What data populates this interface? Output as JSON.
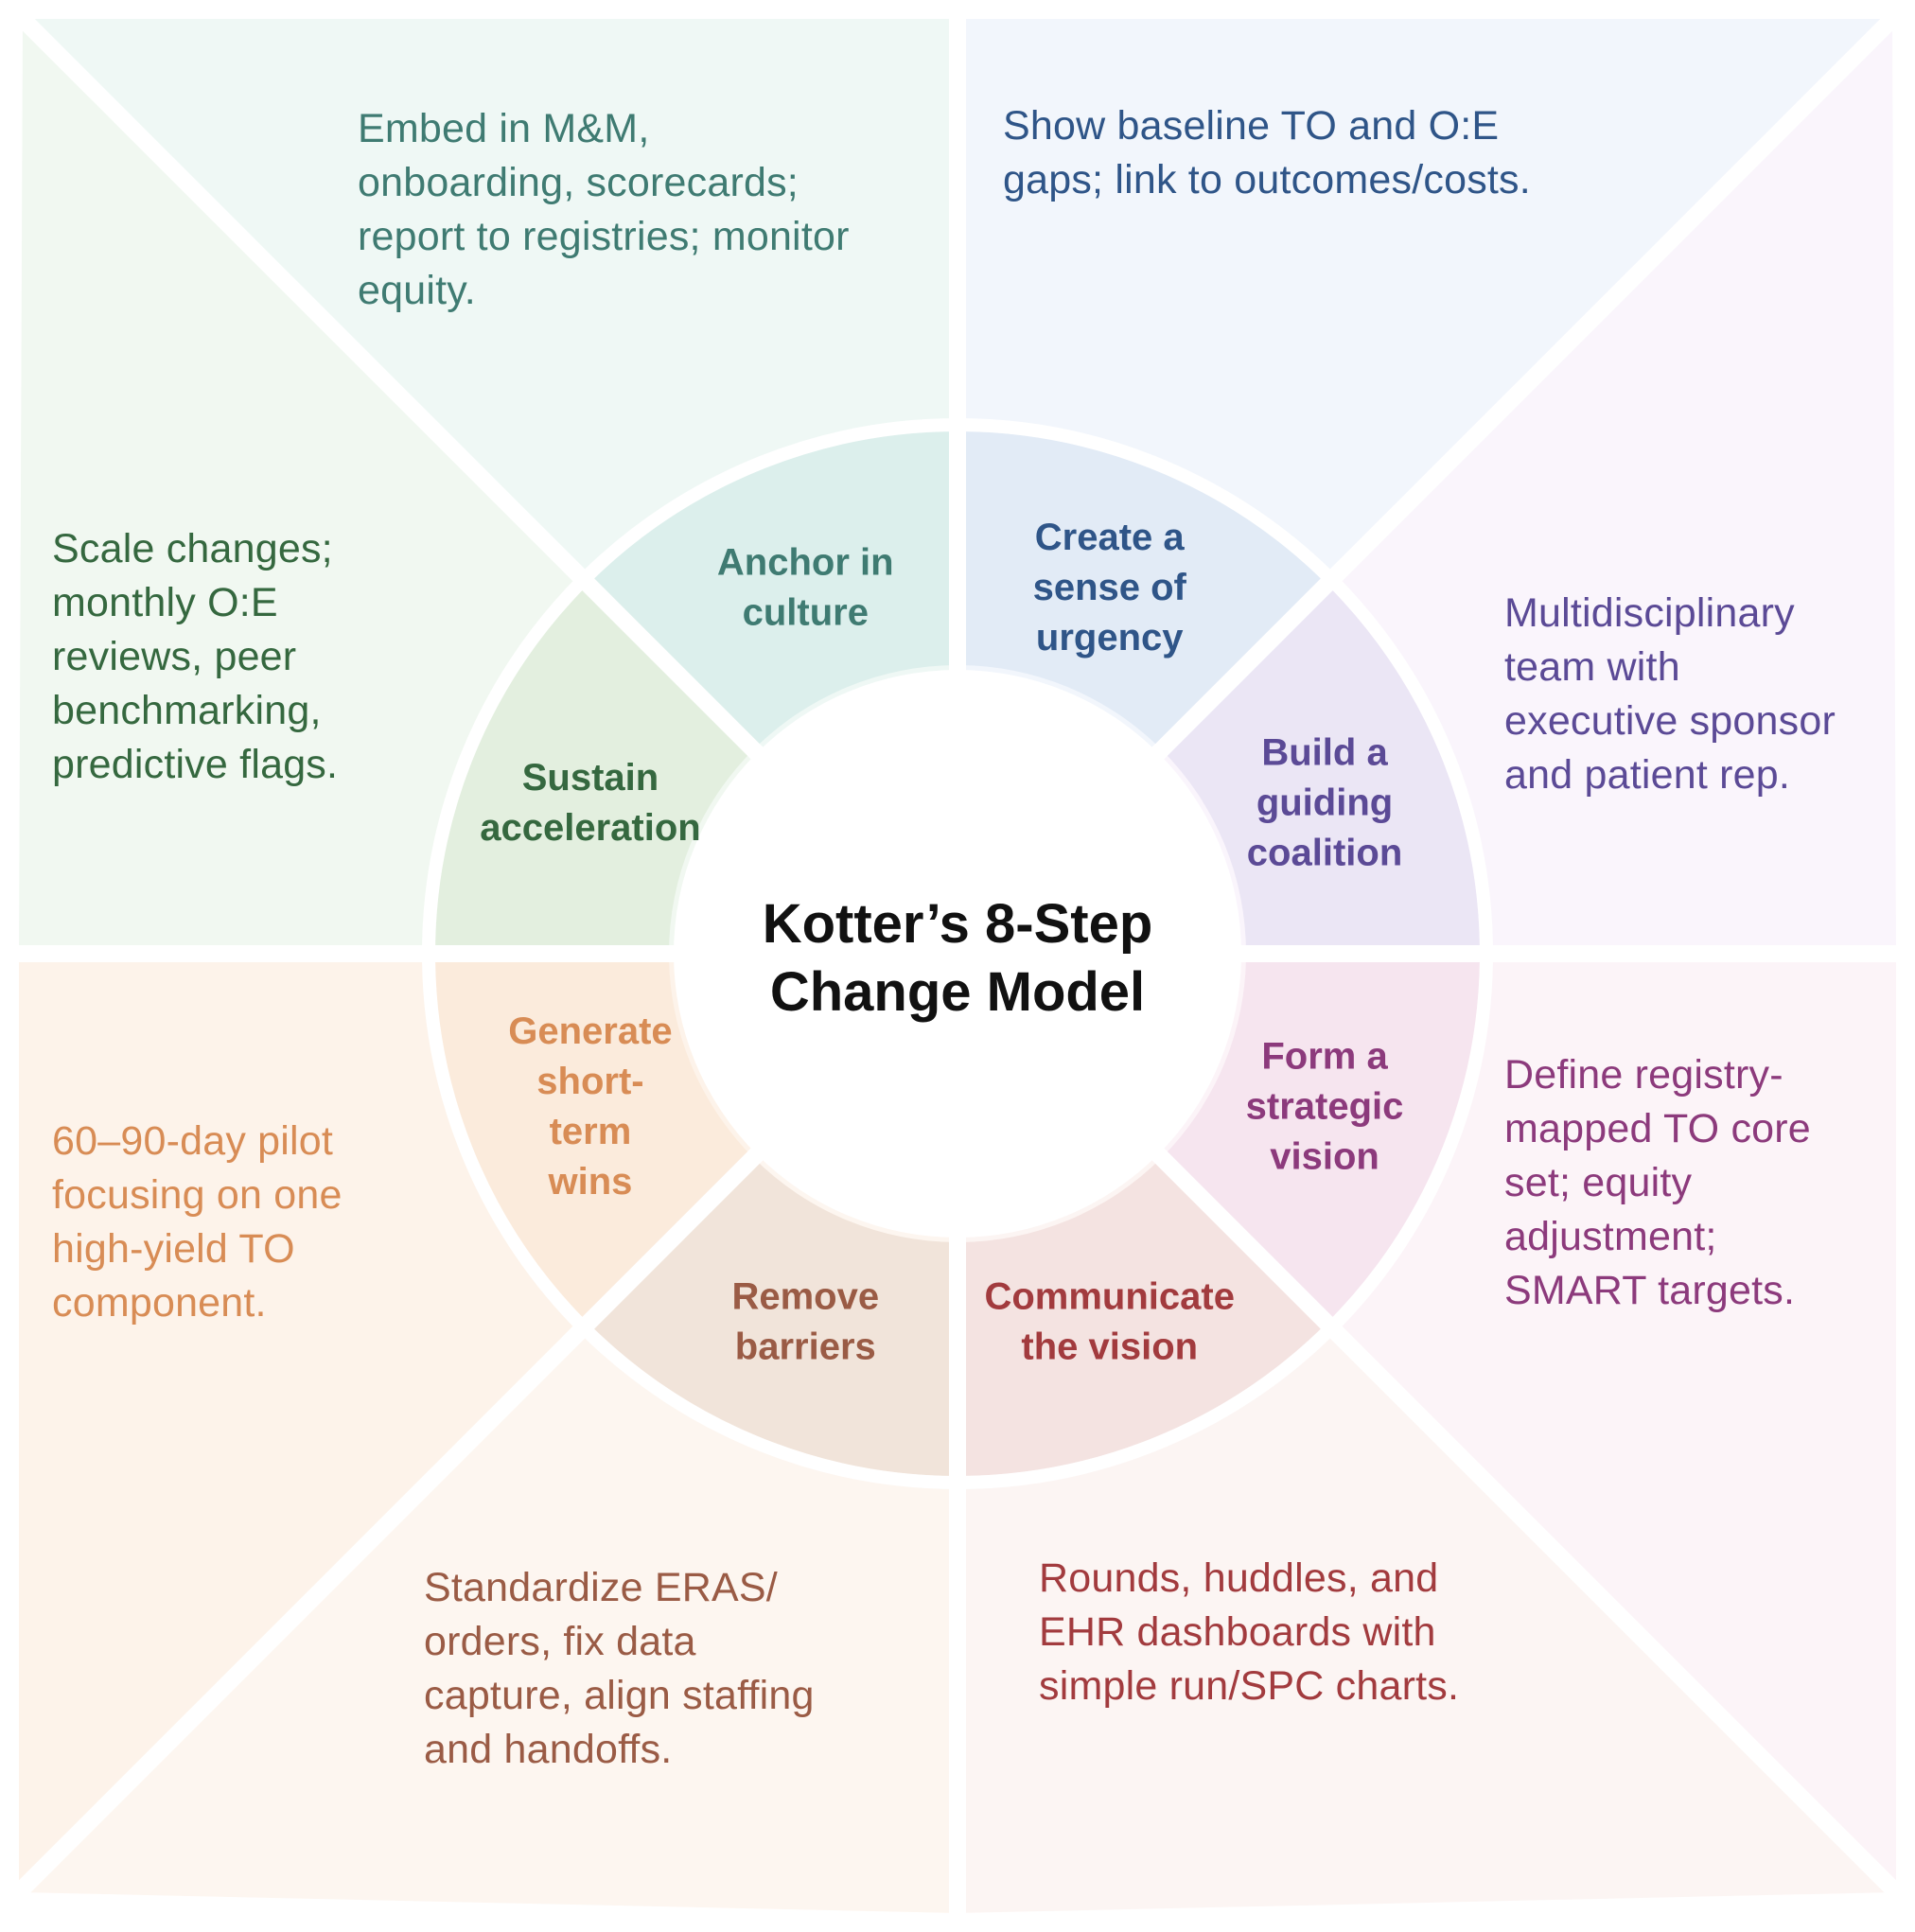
{
  "title": [
    "Kotter’s 8-Step",
    "Change Model"
  ],
  "steps": [
    {
      "label": [
        "Create a",
        "sense of",
        "urgency"
      ],
      "description": [
        "Show baseline TO and O:E",
        "gaps; link to outcomes/costs."
      ],
      "colors": {
        "text": "#2f5588",
        "ring": "#e2ebf6",
        "panel": "#f2f6fc"
      }
    },
    {
      "label": [
        "Build a",
        "guiding",
        "coalition"
      ],
      "description": [
        "Multidisciplinary",
        "team with",
        "executive sponsor",
        "and patient rep."
      ],
      "colors": {
        "text": "#5b4a96",
        "ring": "#ebe6f5",
        "panel": "#faf5fc"
      }
    },
    {
      "label": [
        "Form a",
        "strategic",
        "vision"
      ],
      "description": [
        "Define registry-",
        "mapped TO core",
        "set; equity",
        "adjustment;",
        "SMART targets."
      ],
      "colors": {
        "text": "#8c3a7c",
        "ring": "#f6e5ef",
        "panel": "#fcf4f8"
      }
    },
    {
      "label": [
        "Communicate",
        "the vision"
      ],
      "description": [
        "Rounds, huddles, and",
        "EHR dashboards with",
        "simple run/SPC charts."
      ],
      "colors": {
        "text": "#a23b3e",
        "ring": "#f4e3e1",
        "panel": "#fcf5f3"
      }
    },
    {
      "label": [
        "Remove",
        "barriers"
      ],
      "description": [
        "Standardize ERAS/",
        "orders, fix data",
        "capture, align staffing",
        "and handoffs."
      ],
      "colors": {
        "text": "#9a5b45",
        "ring": "#f1e4da",
        "panel": "#fdf6f0"
      }
    },
    {
      "label": [
        "Generate",
        "short-",
        "term",
        "wins"
      ],
      "description": [
        "60–90-day pilot",
        "focusing on one",
        "high-yield TO",
        "component."
      ],
      "colors": {
        "text": "#d88c55",
        "ring": "#fbebdc",
        "panel": "#fdf3ea"
      }
    },
    {
      "label": [
        "Sustain",
        "acceleration"
      ],
      "description": [
        "Scale changes;",
        "monthly O:E",
        "reviews, peer",
        "benchmarking,",
        "predictive flags."
      ],
      "colors": {
        "text": "#35683f",
        "ring": "#e3efdf",
        "panel": "#f1f8f1"
      }
    },
    {
      "label": [
        "Anchor in",
        "culture"
      ],
      "description": [
        "Embed in M&M,",
        "onboarding, scorecards;",
        "report to registries; monitor",
        "equity."
      ],
      "colors": {
        "text": "#3f7b72",
        "ring": "#dcefec",
        "panel": "#eff8f5"
      }
    }
  ],
  "colors": {
    "title": "#111111",
    "gap": "#ffffff",
    "center": "#ffffff"
  }
}
